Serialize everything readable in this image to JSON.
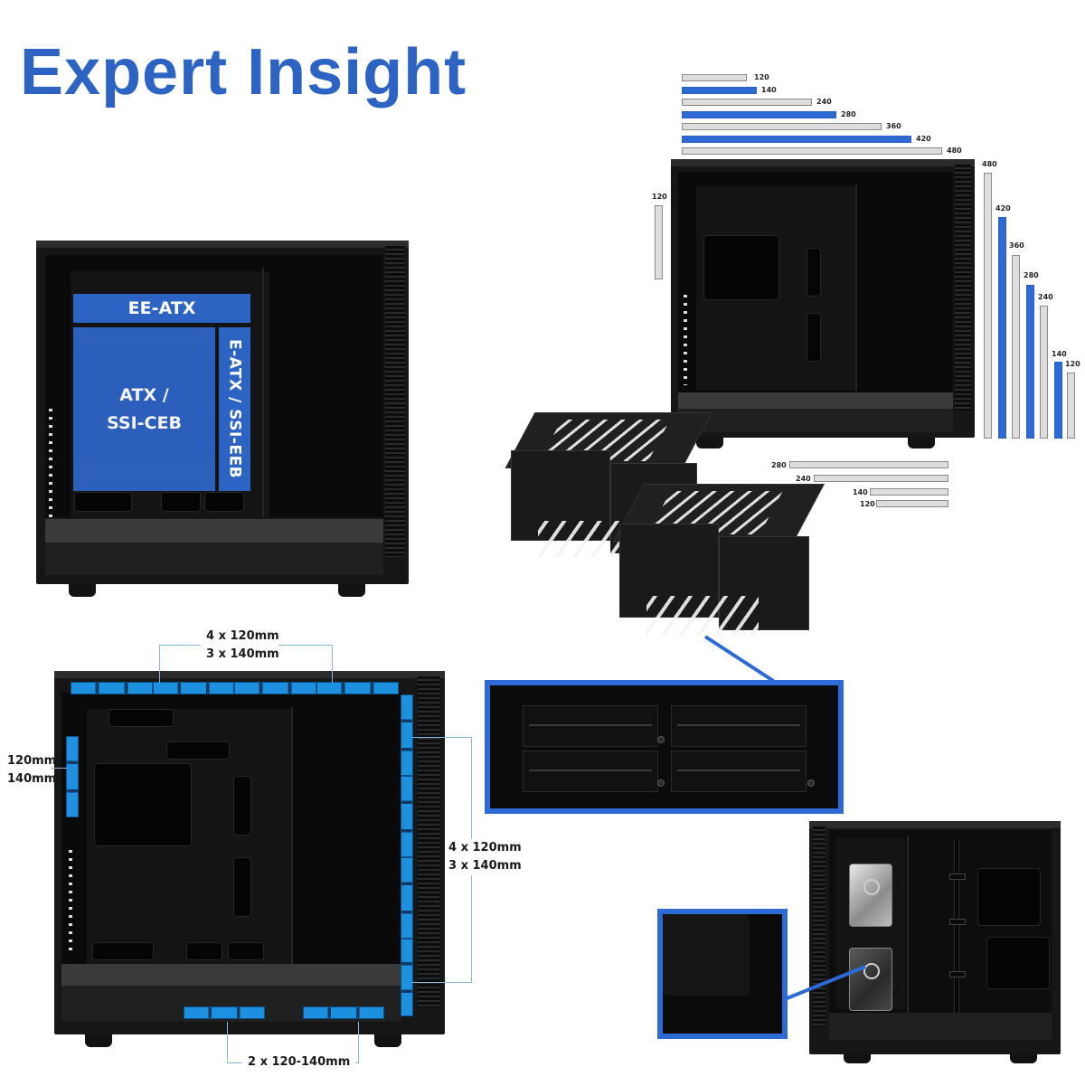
{
  "title": "Expert Insight",
  "colors": {
    "title_blue": "#2d64c4",
    "bar_blue": "#2e6ad6",
    "bar_grey": "#dedcdc",
    "fan_blue": "#1e90e0",
    "case_black": "#161616"
  },
  "motherboard_panel": {
    "labels": {
      "ee_atx": "EE-ATX",
      "atx_line1": "ATX /",
      "atx_line2": "SSI-CEB",
      "e_atx": "E-ATX / SSI-EEB"
    }
  },
  "radiator_panel": {
    "top_bars": [
      {
        "label": "120",
        "color": "grey"
      },
      {
        "label": "140",
        "color": "blue"
      },
      {
        "label": "240",
        "color": "grey"
      },
      {
        "label": "280",
        "color": "blue"
      },
      {
        "label": "360",
        "color": "grey"
      },
      {
        "label": "420",
        "color": "blue"
      },
      {
        "label": "480",
        "color": "grey"
      }
    ],
    "front_bars": [
      {
        "label": "480",
        "color": "grey"
      },
      {
        "label": "420",
        "color": "blue"
      },
      {
        "label": "360",
        "color": "grey"
      },
      {
        "label": "280",
        "color": "blue"
      },
      {
        "label": "240",
        "color": "grey"
      },
      {
        "label": "140",
        "color": "blue"
      },
      {
        "label": "120",
        "color": "grey"
      }
    ],
    "rear_bar": {
      "label": "120",
      "color": "grey"
    },
    "bottom_bars": [
      {
        "label": "280",
        "color": "grey"
      },
      {
        "label": "240",
        "color": "grey"
      },
      {
        "label": "140",
        "color": "grey"
      },
      {
        "label": "120",
        "color": "grey"
      }
    ]
  },
  "fan_panel": {
    "top_label_line1": "4 x 120mm",
    "top_label_line2": "3 x 140mm",
    "rear_label_line1": "120mm",
    "rear_label_line2": "140mm",
    "front_label_line1": "4 x 120mm",
    "front_label_line2": "3 x 140mm",
    "bottom_label": "2 x 120-140mm"
  },
  "chart_data": [
    {
      "type": "bar",
      "title": "Top radiator support (mm)",
      "categories": [
        "120",
        "140",
        "240",
        "280",
        "360",
        "420",
        "480"
      ],
      "values": [
        120,
        140,
        240,
        280,
        360,
        420,
        480
      ],
      "orientation": "horizontal"
    },
    {
      "type": "bar",
      "title": "Front radiator support (mm)",
      "categories": [
        "480",
        "420",
        "360",
        "280",
        "240",
        "140",
        "120"
      ],
      "values": [
        480,
        420,
        360,
        280,
        240,
        140,
        120
      ],
      "orientation": "vertical"
    },
    {
      "type": "bar",
      "title": "Rear radiator support (mm)",
      "categories": [
        "120"
      ],
      "values": [
        120
      ],
      "orientation": "vertical"
    },
    {
      "type": "bar",
      "title": "Bottom radiator support (mm)",
      "categories": [
        "280",
        "240",
        "140",
        "120"
      ],
      "values": [
        280,
        240,
        140,
        120
      ],
      "orientation": "horizontal"
    }
  ]
}
